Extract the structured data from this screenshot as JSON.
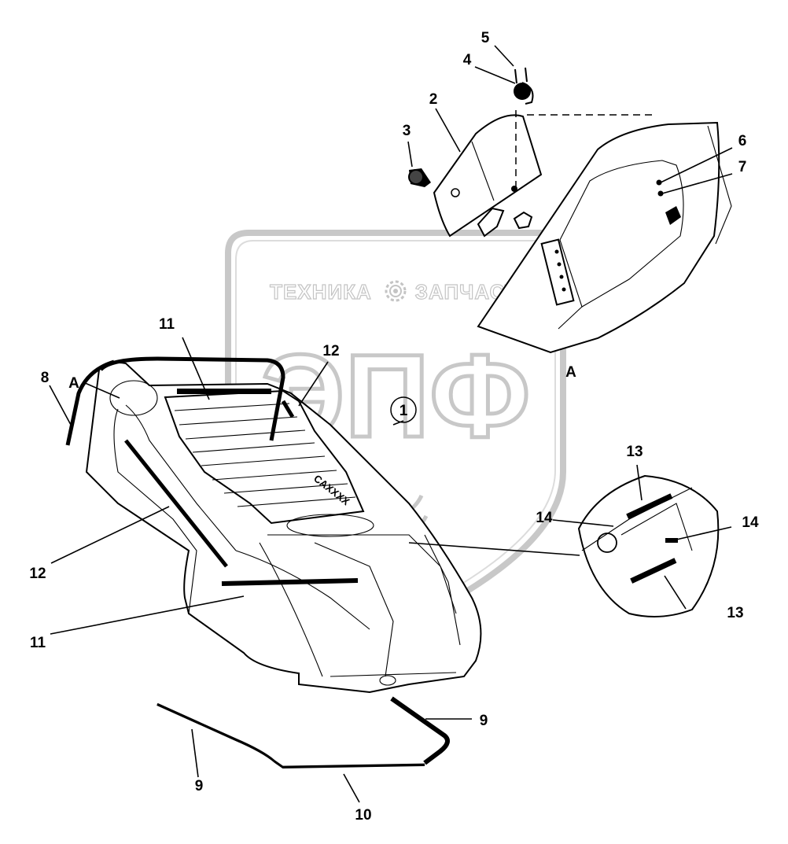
{
  "watermark": {
    "left_word": "ТЕХНИКА",
    "right_word": "ЗАПЧАСТИ",
    "monogram": "ЭПФ",
    "gear_icon": "gear-icon",
    "wheat_icon": "wheat-icon"
  },
  "cab_badge": "CAXXXX",
  "view_marker": "A",
  "callouts": [
    {
      "id": "callout-1",
      "text": "1",
      "circled": true
    },
    {
      "id": "callout-2",
      "text": "2"
    },
    {
      "id": "callout-3",
      "text": "3"
    },
    {
      "id": "callout-4",
      "text": "4"
    },
    {
      "id": "callout-5",
      "text": "5"
    },
    {
      "id": "callout-6",
      "text": "6"
    },
    {
      "id": "callout-7",
      "text": "7"
    },
    {
      "id": "callout-8",
      "text": "8"
    },
    {
      "id": "callout-9-right",
      "text": "9"
    },
    {
      "id": "callout-9-left",
      "text": "9"
    },
    {
      "id": "callout-10",
      "text": "10"
    },
    {
      "id": "callout-11-top",
      "text": "11"
    },
    {
      "id": "callout-11-bottom",
      "text": "11"
    },
    {
      "id": "callout-12-top",
      "text": "12"
    },
    {
      "id": "callout-12-left",
      "text": "12"
    },
    {
      "id": "callout-13-top",
      "text": "13"
    },
    {
      "id": "callout-13-bottom",
      "text": "13"
    },
    {
      "id": "callout-14-left",
      "text": "14"
    },
    {
      "id": "callout-14-right",
      "text": "14"
    },
    {
      "id": "view-a-left",
      "text": "A"
    },
    {
      "id": "view-a-right",
      "text": "A"
    }
  ]
}
